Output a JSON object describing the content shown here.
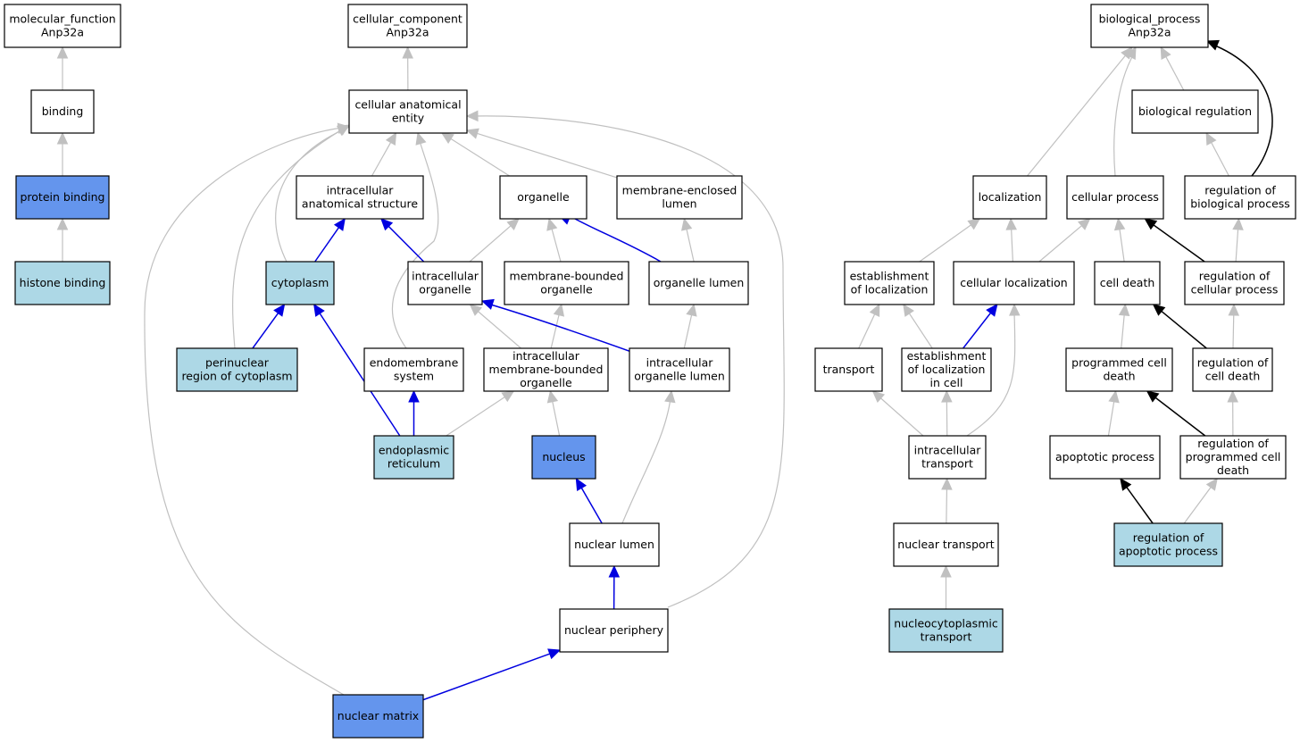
{
  "colors": {
    "white": "#ffffff",
    "light_blue": "#add8e6",
    "medium_blue": "#6495ed",
    "edge_gray": "#c0c0c0",
    "edge_blue": "#0000e0",
    "edge_black": "#000000"
  },
  "nodes": [
    {
      "id": "mf_root",
      "lines": [
        "molecular_function",
        "Anp32a"
      ],
      "fill": "white"
    },
    {
      "id": "binding",
      "lines": [
        "binding"
      ],
      "fill": "white"
    },
    {
      "id": "protein_binding",
      "lines": [
        "protein binding"
      ],
      "fill": "medium_blue"
    },
    {
      "id": "histone_binding",
      "lines": [
        "histone binding"
      ],
      "fill": "light_blue"
    },
    {
      "id": "cc_root",
      "lines": [
        "cellular_component",
        "Anp32a"
      ],
      "fill": "white"
    },
    {
      "id": "cae",
      "lines": [
        "cellular anatomical",
        "entity"
      ],
      "fill": "white"
    },
    {
      "id": "ias",
      "lines": [
        "intracellular",
        "anatomical structure"
      ],
      "fill": "white"
    },
    {
      "id": "organelle",
      "lines": [
        "organelle"
      ],
      "fill": "white"
    },
    {
      "id": "mel",
      "lines": [
        "membrane-enclosed",
        "lumen"
      ],
      "fill": "white"
    },
    {
      "id": "cytoplasm",
      "lines": [
        "cytoplasm"
      ],
      "fill": "light_blue"
    },
    {
      "id": "io",
      "lines": [
        "intracellular",
        "organelle"
      ],
      "fill": "white"
    },
    {
      "id": "mbo",
      "lines": [
        "membrane-bounded",
        "organelle"
      ],
      "fill": "white"
    },
    {
      "id": "ol",
      "lines": [
        "organelle lumen"
      ],
      "fill": "white"
    },
    {
      "id": "perinuclear",
      "lines": [
        "perinuclear",
        "region of cytoplasm"
      ],
      "fill": "light_blue"
    },
    {
      "id": "endomembrane",
      "lines": [
        "endomembrane",
        "system"
      ],
      "fill": "white"
    },
    {
      "id": "imbo",
      "lines": [
        "intracellular",
        "membrane-bounded",
        "organelle"
      ],
      "fill": "white"
    },
    {
      "id": "iol",
      "lines": [
        "intracellular",
        "organelle lumen"
      ],
      "fill": "white"
    },
    {
      "id": "er",
      "lines": [
        "endoplasmic",
        "reticulum"
      ],
      "fill": "light_blue"
    },
    {
      "id": "nucleus",
      "lines": [
        "nucleus"
      ],
      "fill": "medium_blue"
    },
    {
      "id": "nuclear_lumen",
      "lines": [
        "nuclear lumen"
      ],
      "fill": "white"
    },
    {
      "id": "nuclear_periphery",
      "lines": [
        "nuclear periphery"
      ],
      "fill": "white"
    },
    {
      "id": "nuclear_matrix",
      "lines": [
        "nuclear matrix"
      ],
      "fill": "medium_blue"
    },
    {
      "id": "bp_root",
      "lines": [
        "biological_process",
        "Anp32a"
      ],
      "fill": "white"
    },
    {
      "id": "bio_reg",
      "lines": [
        "biological regulation"
      ],
      "fill": "white"
    },
    {
      "id": "localization",
      "lines": [
        "localization"
      ],
      "fill": "white"
    },
    {
      "id": "cell_process",
      "lines": [
        "cellular process"
      ],
      "fill": "white"
    },
    {
      "id": "reg_bio",
      "lines": [
        "regulation of",
        "biological process"
      ],
      "fill": "white"
    },
    {
      "id": "est_loc",
      "lines": [
        "establishment",
        "of localization"
      ],
      "fill": "white"
    },
    {
      "id": "cell_loc",
      "lines": [
        "cellular localization"
      ],
      "fill": "white"
    },
    {
      "id": "cell_death",
      "lines": [
        "cell death"
      ],
      "fill": "white"
    },
    {
      "id": "reg_cell_proc",
      "lines": [
        "regulation of",
        "cellular process"
      ],
      "fill": "white"
    },
    {
      "id": "transport",
      "lines": [
        "transport"
      ],
      "fill": "white"
    },
    {
      "id": "est_loc_cell",
      "lines": [
        "establishment",
        "of localization",
        "in cell"
      ],
      "fill": "white"
    },
    {
      "id": "pcd",
      "lines": [
        "programmed cell",
        "death"
      ],
      "fill": "white"
    },
    {
      "id": "reg_cd",
      "lines": [
        "regulation of",
        "cell death"
      ],
      "fill": "white"
    },
    {
      "id": "intra_transport",
      "lines": [
        "intracellular",
        "transport"
      ],
      "fill": "white"
    },
    {
      "id": "apoptotic",
      "lines": [
        "apoptotic process"
      ],
      "fill": "white"
    },
    {
      "id": "reg_pcd",
      "lines": [
        "regulation of",
        "programmed cell",
        "death"
      ],
      "fill": "white"
    },
    {
      "id": "nuclear_transport",
      "lines": [
        "nuclear transport"
      ],
      "fill": "white"
    },
    {
      "id": "reg_apop",
      "lines": [
        "regulation of",
        "apoptotic process"
      ],
      "fill": "light_blue"
    },
    {
      "id": "ncp_transport",
      "lines": [
        "nucleocytoplasmic",
        "transport"
      ],
      "fill": "light_blue"
    }
  ],
  "edges": [
    {
      "from": "binding",
      "to": "mf_root",
      "kind": "is_a"
    },
    {
      "from": "protein_binding",
      "to": "binding",
      "kind": "is_a"
    },
    {
      "from": "histone_binding",
      "to": "protein_binding",
      "kind": "is_a"
    },
    {
      "from": "cae",
      "to": "cc_root",
      "kind": "is_a"
    },
    {
      "from": "ias",
      "to": "cae",
      "kind": "is_a"
    },
    {
      "from": "organelle",
      "to": "cae",
      "kind": "is_a"
    },
    {
      "from": "mel",
      "to": "cae",
      "kind": "is_a"
    },
    {
      "from": "cytoplasm",
      "to": "cae",
      "kind": "is_a"
    },
    {
      "from": "perinuclear",
      "to": "cae",
      "kind": "is_a"
    },
    {
      "from": "endomembrane",
      "to": "cae",
      "kind": "is_a"
    },
    {
      "from": "nuclear_periphery",
      "to": "cae",
      "kind": "is_a"
    },
    {
      "from": "nuclear_matrix",
      "to": "cae",
      "kind": "is_a"
    },
    {
      "from": "cytoplasm",
      "to": "ias",
      "kind": "part_of"
    },
    {
      "from": "io",
      "to": "ias",
      "kind": "part_of"
    },
    {
      "from": "io",
      "to": "organelle",
      "kind": "is_a"
    },
    {
      "from": "mbo",
      "to": "organelle",
      "kind": "is_a"
    },
    {
      "from": "ol",
      "to": "organelle",
      "kind": "part_of"
    },
    {
      "from": "ol",
      "to": "mel",
      "kind": "is_a"
    },
    {
      "from": "perinuclear",
      "to": "cytoplasm",
      "kind": "part_of"
    },
    {
      "from": "er",
      "to": "cytoplasm",
      "kind": "part_of"
    },
    {
      "from": "imbo",
      "to": "io",
      "kind": "is_a"
    },
    {
      "from": "imbo",
      "to": "mbo",
      "kind": "is_a"
    },
    {
      "from": "iol",
      "to": "io",
      "kind": "part_of"
    },
    {
      "from": "iol",
      "to": "ol",
      "kind": "is_a"
    },
    {
      "from": "er",
      "to": "endomembrane",
      "kind": "part_of"
    },
    {
      "from": "er",
      "to": "imbo",
      "kind": "is_a"
    },
    {
      "from": "nucleus",
      "to": "imbo",
      "kind": "is_a"
    },
    {
      "from": "nuclear_lumen",
      "to": "nucleus",
      "kind": "part_of"
    },
    {
      "from": "nuclear_lumen",
      "to": "iol",
      "kind": "is_a"
    },
    {
      "from": "nuclear_periphery",
      "to": "nuclear_lumen",
      "kind": "part_of"
    },
    {
      "from": "nuclear_matrix",
      "to": "nuclear_periphery",
      "kind": "part_of"
    },
    {
      "from": "localization",
      "to": "bp_root",
      "kind": "is_a"
    },
    {
      "from": "cell_process",
      "to": "bp_root",
      "kind": "is_a"
    },
    {
      "from": "bio_reg",
      "to": "bp_root",
      "kind": "is_a"
    },
    {
      "from": "reg_bio",
      "to": "bio_reg",
      "kind": "is_a"
    },
    {
      "from": "reg_bio",
      "to": "bp_root",
      "kind": "regulates"
    },
    {
      "from": "est_loc",
      "to": "localization",
      "kind": "is_a"
    },
    {
      "from": "cell_loc",
      "to": "localization",
      "kind": "is_a"
    },
    {
      "from": "cell_loc",
      "to": "cell_process",
      "kind": "is_a"
    },
    {
      "from": "cell_death",
      "to": "cell_process",
      "kind": "is_a"
    },
    {
      "from": "reg_cell_proc",
      "to": "cell_process",
      "kind": "regulates"
    },
    {
      "from": "reg_cell_proc",
      "to": "reg_bio",
      "kind": "is_a"
    },
    {
      "from": "transport",
      "to": "est_loc",
      "kind": "is_a"
    },
    {
      "from": "est_loc_cell",
      "to": "est_loc",
      "kind": "is_a"
    },
    {
      "from": "est_loc_cell",
      "to": "cell_loc",
      "kind": "part_of"
    },
    {
      "from": "pcd",
      "to": "cell_death",
      "kind": "is_a"
    },
    {
      "from": "reg_cd",
      "to": "cell_death",
      "kind": "regulates"
    },
    {
      "from": "reg_cd",
      "to": "reg_cell_proc",
      "kind": "is_a"
    },
    {
      "from": "intra_transport",
      "to": "transport",
      "kind": "is_a"
    },
    {
      "from": "intra_transport",
      "to": "est_loc_cell",
      "kind": "is_a"
    },
    {
      "from": "intra_transport",
      "to": "cell_loc",
      "kind": "is_a"
    },
    {
      "from": "apoptotic",
      "to": "pcd",
      "kind": "is_a"
    },
    {
      "from": "reg_pcd",
      "to": "pcd",
      "kind": "regulates"
    },
    {
      "from": "reg_pcd",
      "to": "reg_cd",
      "kind": "is_a"
    },
    {
      "from": "nuclear_transport",
      "to": "intra_transport",
      "kind": "is_a"
    },
    {
      "from": "reg_apop",
      "to": "apoptotic",
      "kind": "regulates"
    },
    {
      "from": "reg_apop",
      "to": "reg_pcd",
      "kind": "is_a"
    },
    {
      "from": "ncp_transport",
      "to": "nuclear_transport",
      "kind": "is_a"
    }
  ]
}
